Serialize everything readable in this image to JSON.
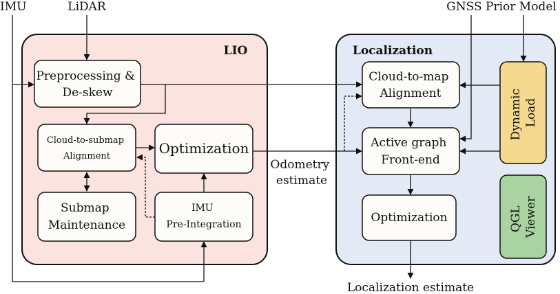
{
  "inputs": {
    "imu": "IMU",
    "lidar": "LiDAR",
    "gnss": "GNSS Prior Model"
  },
  "lio": {
    "title": "LIO",
    "preprocessing": [
      "Preprocessing &",
      "De-skew"
    ],
    "cloud_to_submap": [
      "Cloud-to-submap",
      "Alignment"
    ],
    "optimization": [
      "Optimization"
    ],
    "submap_maintenance": [
      "Submap",
      "Maintenance"
    ],
    "imu_preintegration": [
      "IMU",
      "Pre-Integration"
    ]
  },
  "localization": {
    "title": "Localization",
    "cloud_to_map": [
      "Cloud-to-map",
      "Alignment"
    ],
    "active_graph": [
      "Active graph",
      "Front-end"
    ],
    "optimization": [
      "Optimization"
    ],
    "dynamic_load": [
      "Dynamic",
      "Load"
    ],
    "qgl_viewer": [
      "QGL",
      "Viewer"
    ]
  },
  "outputs": {
    "odometry": [
      "Odometry",
      "estimate"
    ],
    "localization_estimate": "Localization estimate"
  },
  "colors": {
    "lio_bg": "#fbe3df",
    "localization_bg": "#e3e9f5",
    "dynamic_load": "#f4d98e",
    "qgl_viewer": "#a9d3a0",
    "box_bg": "#fdfcf8",
    "stroke": "#111111"
  }
}
